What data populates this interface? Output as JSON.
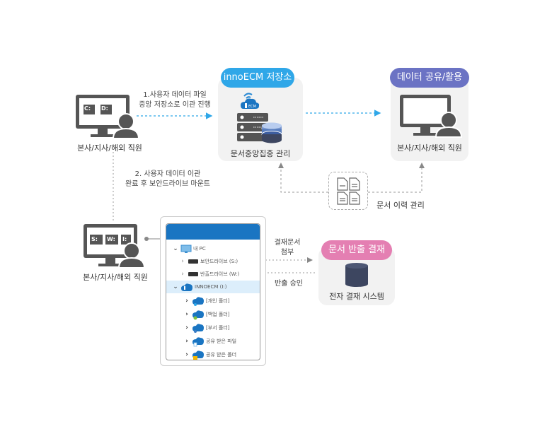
{
  "nodes": {
    "user_top": {
      "label": "본사/지사/해외 직원",
      "drives": [
        "C:",
        "D:"
      ]
    },
    "storage": {
      "badge": "innoECM 저장소",
      "caption": "문서중앙집중 관리",
      "badge_color": "#2fa7e8"
    },
    "share": {
      "badge": "데이터 공유/활용",
      "caption": "본사/지사/해외 직원",
      "badge_color": "#6b73c4"
    },
    "user_bottom": {
      "label": "본사/지사/해외 직원",
      "drives": [
        "S:",
        "W:",
        "I:"
      ]
    },
    "approval": {
      "badge": "문서 반출 결재",
      "caption": "전자 결재 시스템",
      "badge_color": "#e47fb2"
    }
  },
  "edges": {
    "step1": "1.사용자 데이터 파일\n중앙 저장소로 이관 진행",
    "step2": "2. 사용자 데이터 이관\n완료 후 보안드라이브 마운트",
    "history": "문서 이력 관리",
    "attach": "결재문서\n첨부",
    "approve": "반출 승인"
  },
  "explorer": {
    "root": "내 PC",
    "items": [
      {
        "label": "보안드라이브 (S:)",
        "level": 1,
        "expanded": false,
        "icon": "drive-icon"
      },
      {
        "label": "반출드라이브 (W:)",
        "level": 1,
        "expanded": false,
        "icon": "drive-icon"
      },
      {
        "label": "INNOECM (I:)",
        "level": 1,
        "expanded": true,
        "icon": "cloud-drive-icon",
        "selected": true
      },
      {
        "label": "[개인 폴더]",
        "level": 2,
        "icon": "cloud-folder-icon"
      },
      {
        "label": "[백업 폴더]",
        "level": 2,
        "icon": "cloud-folder-icon"
      },
      {
        "label": "[부서 폴더]",
        "level": 2,
        "icon": "cloud-folder-icon"
      },
      {
        "label": "공유 받은 파일",
        "level": 2,
        "icon": "cloud-folder-icon"
      },
      {
        "label": "공유 받은 폴더",
        "level": 2,
        "icon": "cloud-folder-icon"
      }
    ],
    "title_color": "#1a75c2",
    "selected_color": "#dceefb"
  },
  "colors": {
    "flow_blue": "#2fa7e8",
    "flow_gray": "#999999",
    "icon_dark": "#555555",
    "db_navy": "#3d4660",
    "db_blue": "#5a7fbf"
  }
}
